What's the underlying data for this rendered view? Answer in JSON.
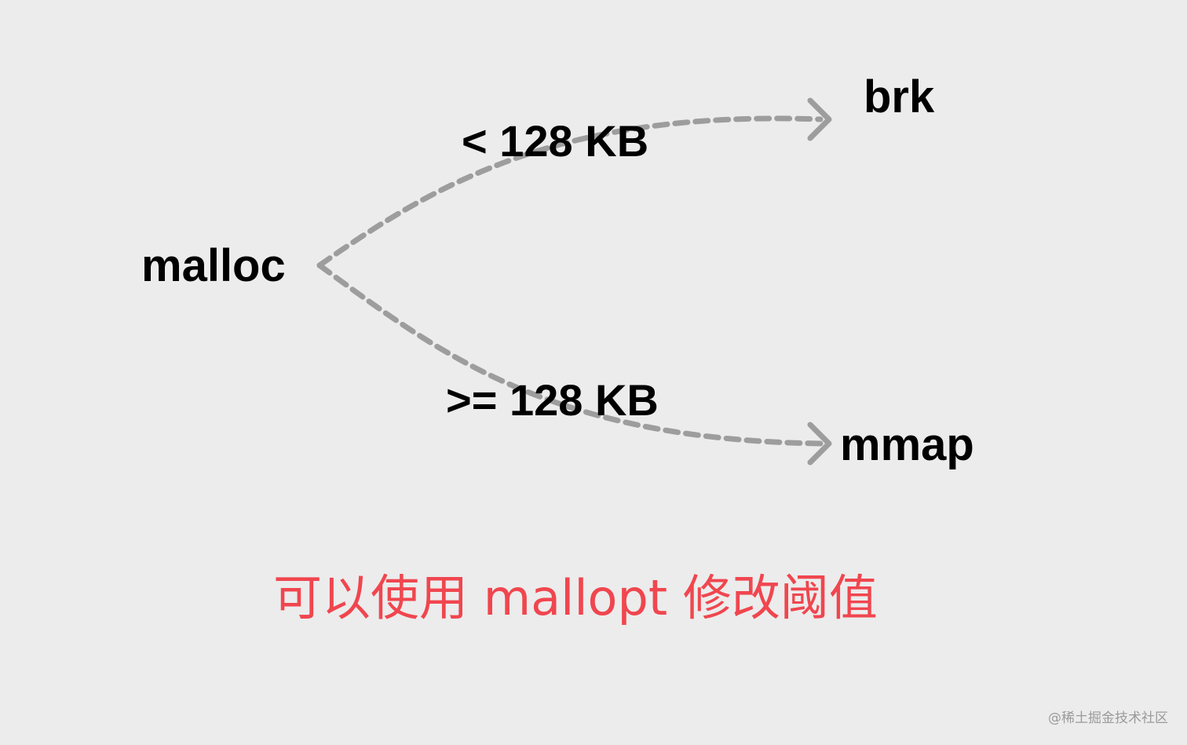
{
  "diagram": {
    "source": "malloc",
    "targets": [
      {
        "name": "brk",
        "condition": "< 128 KB"
      },
      {
        "name": "mmap",
        "condition": ">= 128 KB"
      }
    ]
  },
  "note": "可以使用 mallopt 修改阈值",
  "watermark": "@稀土掘金技术社区",
  "colors": {
    "background": "#ececec",
    "arrow": "#9d9d9d",
    "note": "#f0464f",
    "text": "#000000"
  }
}
